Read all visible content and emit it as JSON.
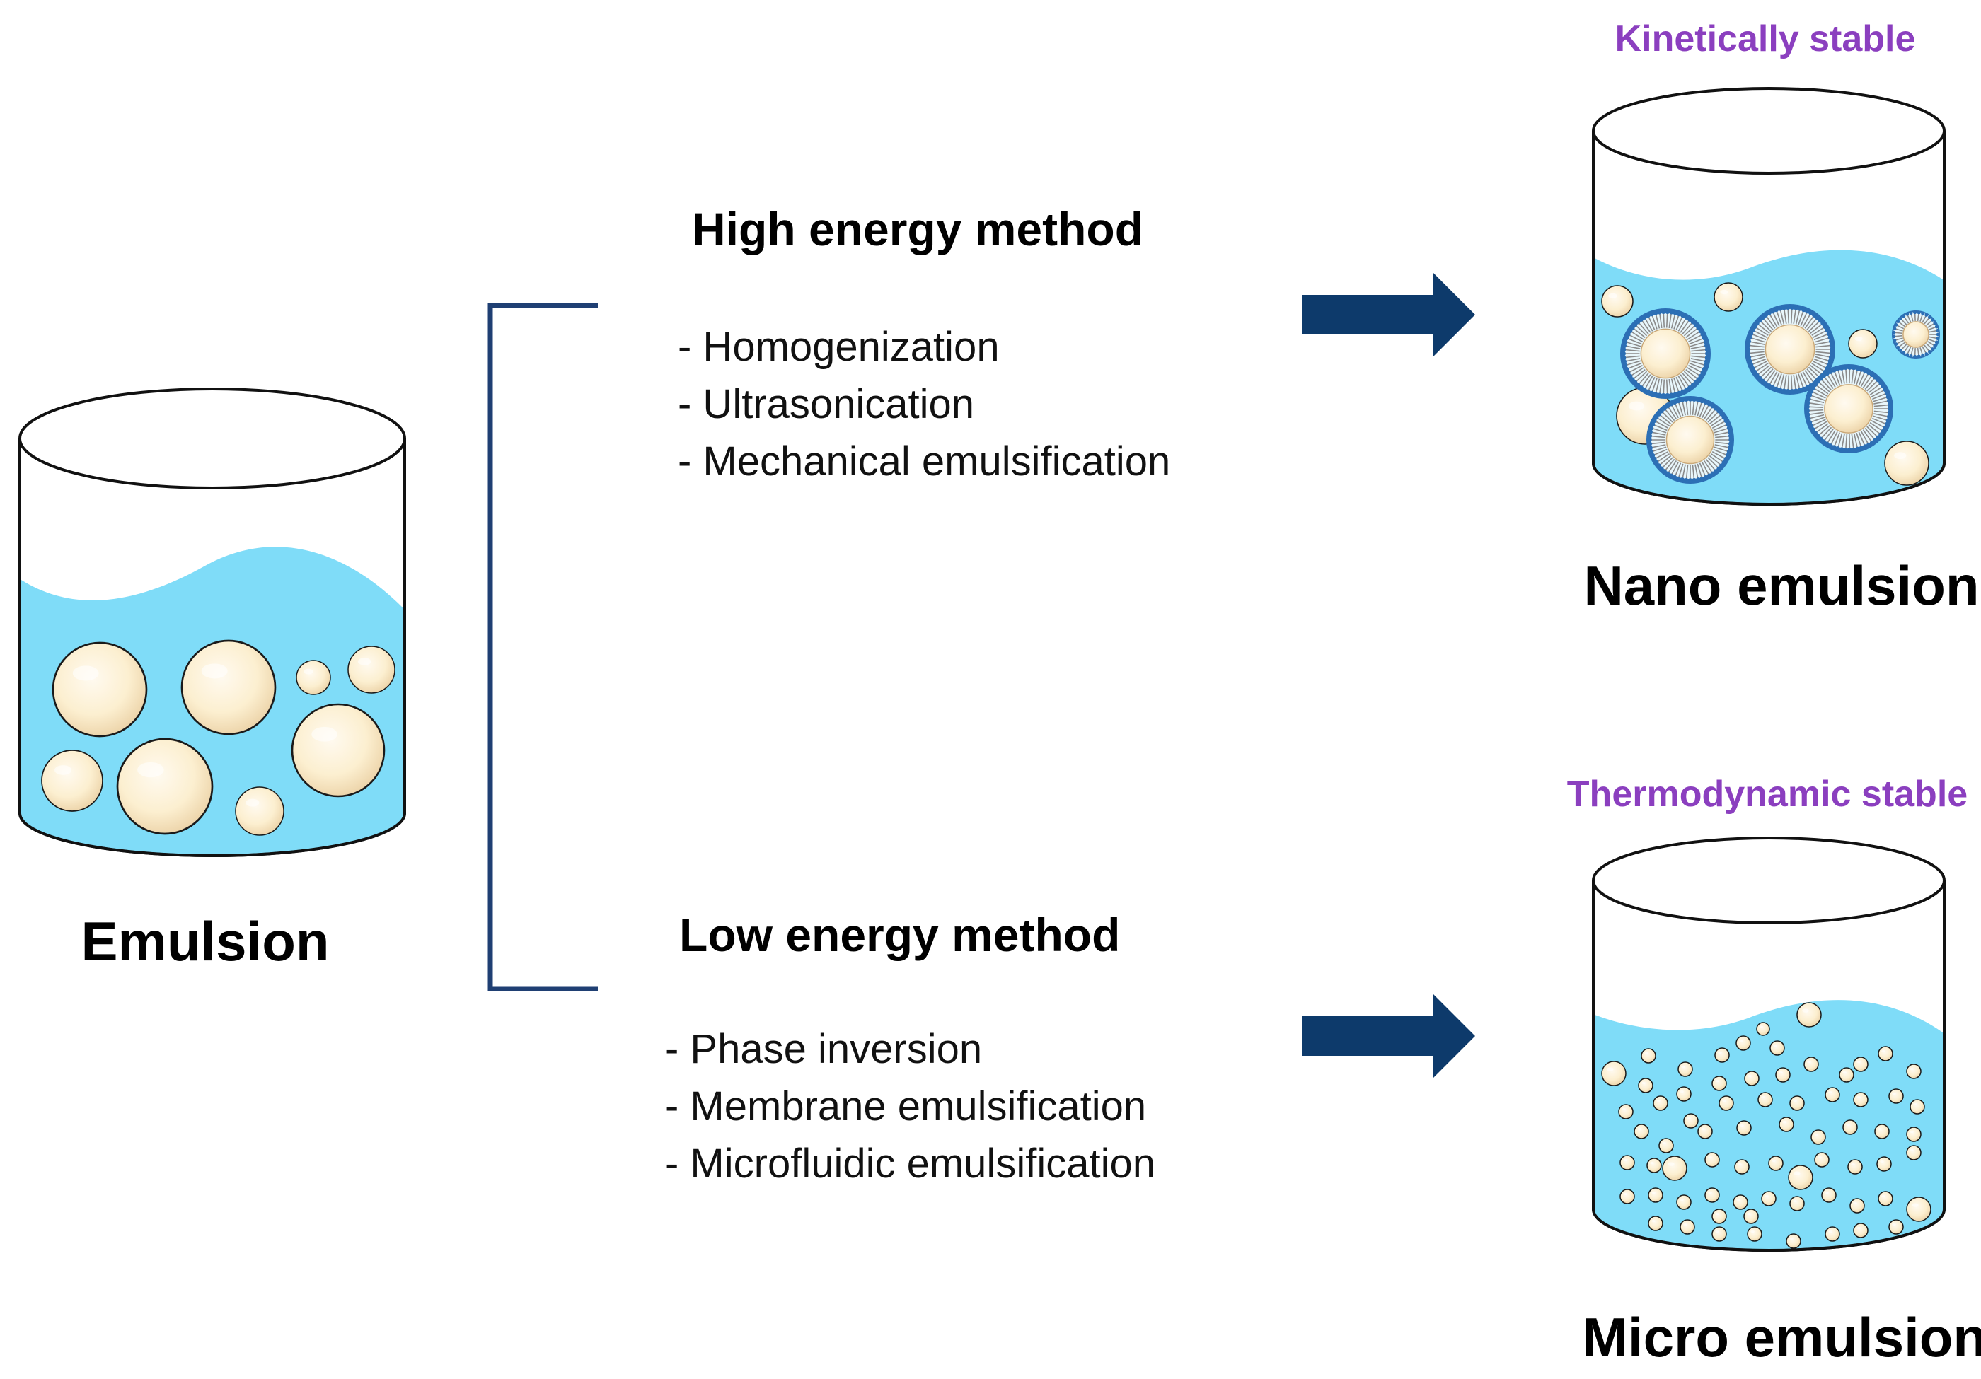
{
  "colors": {
    "water": "#7fdcf8",
    "droplet": "#fdf0d2",
    "droplet_edge": "#caa878",
    "surfactant": "#2c6fb5",
    "arrow": "#0d3a6b",
    "bracket": "#1f3f73",
    "stability_text": "#8b3fbf"
  },
  "emulsion": {
    "label": "Emulsion"
  },
  "high_energy": {
    "title": "High energy method",
    "items": [
      "- Homogenization",
      "- Ultrasonication",
      "- Mechanical emulsification"
    ]
  },
  "low_energy": {
    "title": "Low energy method",
    "items": [
      "- Phase inversion",
      "- Membrane emulsification",
      "- Microfluidic emulsification"
    ]
  },
  "nano": {
    "stability": "Kinetically stable",
    "label": "Nano emulsion"
  },
  "micro": {
    "stability": "Thermodynamic stable",
    "label": "Micro emulsion"
  }
}
